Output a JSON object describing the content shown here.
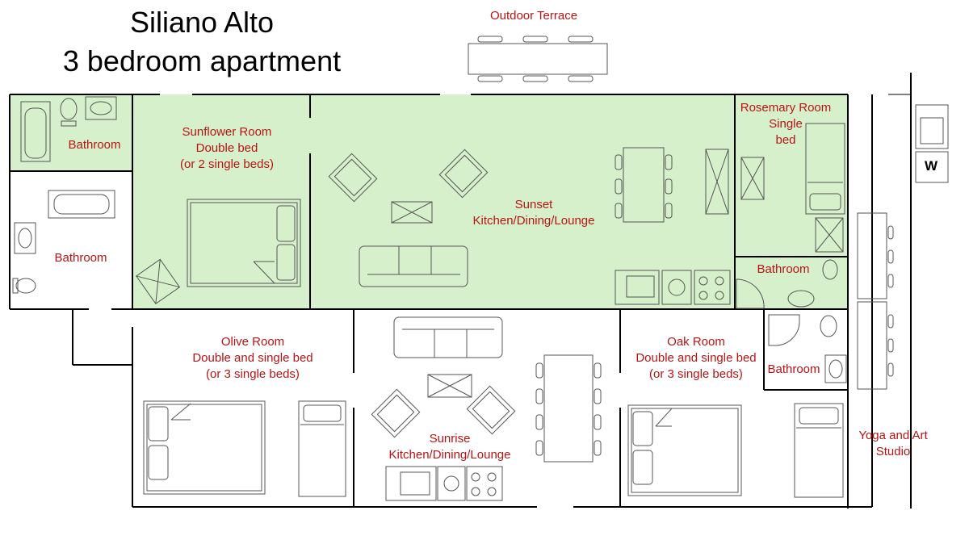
{
  "title": {
    "line1": "Siliano Alto",
    "line2": "3 bedroom apartment"
  },
  "colors": {
    "room_fill": "#d6f0cb",
    "wall": "#000000",
    "furniture": "#666666",
    "label": "#b81414"
  },
  "rooms": {
    "outdoor_terrace": "Outdoor Terrace",
    "bathroom_top": "Bathroom",
    "bathroom_left": "Bathroom",
    "sunflower": {
      "name": "Sunflower Room",
      "bed": "Double bed",
      "note": "(or 2 single beds)"
    },
    "sunset": {
      "name": "Sunset",
      "type": "Kitchen/Dining/Lounge"
    },
    "rosemary": {
      "name": "Rosemary Room",
      "bed1": "Single",
      "bed2": "bed"
    },
    "bathroom_rosemary": "Bathroom",
    "olive": {
      "name": "Olive Room",
      "bed": "Double and single bed",
      "note": "(or 3 single beds)"
    },
    "sunrise": {
      "name": "Sunrise",
      "type": "Kitchen/Dining/Lounge"
    },
    "oak": {
      "name": "Oak Room",
      "bed": "Double and single bed",
      "note": "(or 3 single beds)"
    },
    "bathroom_oak": "Bathroom",
    "yoga": {
      "line1": "Yoga and Art",
      "line2": "Studio"
    }
  },
  "washer_label": "W",
  "icons": [
    "bathtub-icon",
    "toilet-icon",
    "sink-icon",
    "double-bed-icon",
    "single-bed-icon",
    "sofa-icon",
    "armchair-icon",
    "coffee-table-icon",
    "dining-table-icon",
    "stove-icon",
    "shower-icon",
    "washing-machine-icon"
  ]
}
